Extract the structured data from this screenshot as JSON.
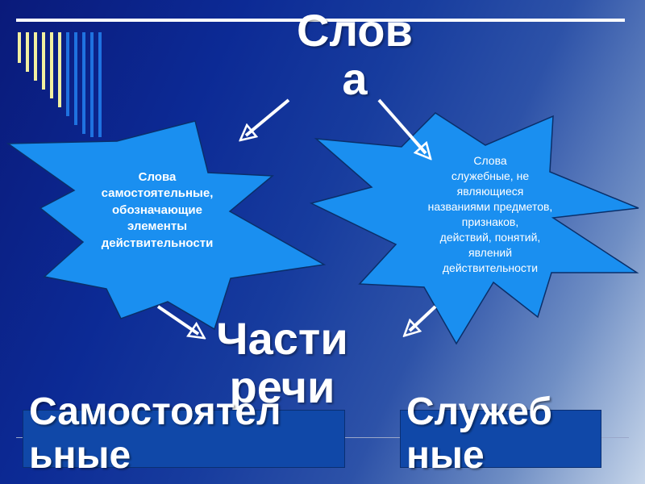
{
  "title": "Слов\nа",
  "left_burst": {
    "text": "Слова\nсамостоятельные,\nобозначающие\nэлементы\nдействительности"
  },
  "right_burst": {
    "text": "Слова\nслужебные, не\nявляющиеся\nназваниями предметов,\nпризнаков,\nдействий, понятий,\nявлений\nдействительности"
  },
  "parts_title": "Части\nречи",
  "categories": {
    "independent": "Самостоятел\nьные",
    "auxiliary": "Служеб\nные"
  },
  "colors": {
    "burst_fill": "#1a8ff0",
    "burst_stroke": "#0a2f6a",
    "box_fill": "#1048a8",
    "stripe_yellow": "#f2f0a0",
    "stripe_blue": "#1f72e0",
    "arrow": "#ffffff"
  },
  "icons": [
    "arrow-icon"
  ]
}
